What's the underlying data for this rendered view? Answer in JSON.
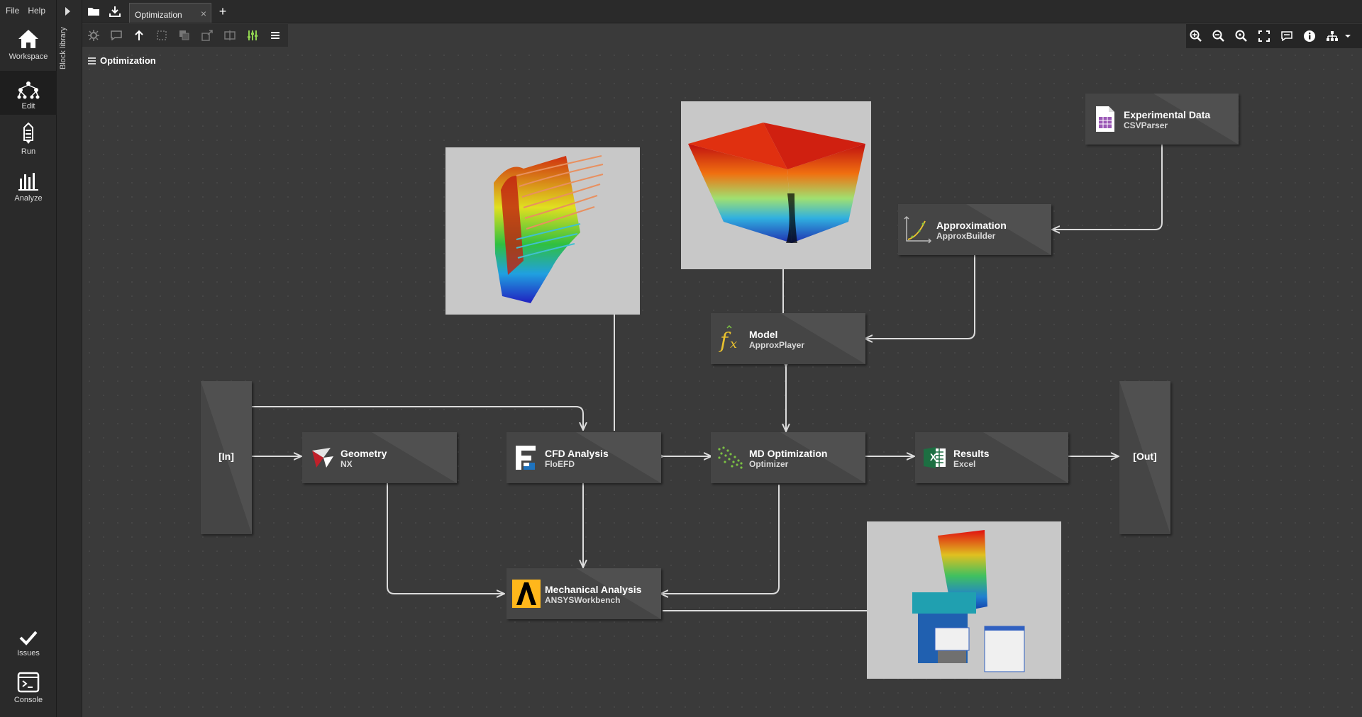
{
  "menu": {
    "file": "File",
    "help": "Help"
  },
  "nav": {
    "workspace": "Workspace",
    "edit": "Edit",
    "run": "Run",
    "analyze": "Analyze",
    "issues": "Issues",
    "console": "Console"
  },
  "library": {
    "label": "Block library"
  },
  "tabs": [
    {
      "label": "Optimization",
      "close": "×"
    }
  ],
  "add_tab": "+",
  "breadcrumb": "Optimization",
  "blocks": {
    "in": "[In]",
    "out": "[Out]",
    "geometry": {
      "title": "Geometry",
      "sub": "NX"
    },
    "cfd": {
      "title": "CFD Analysis",
      "sub": "FloEFD"
    },
    "md": {
      "title": "MD Optimization",
      "sub": "Optimizer"
    },
    "results": {
      "title": "Results",
      "sub": "Excel"
    },
    "model": {
      "title": "Model",
      "sub": "ApproxPlayer"
    },
    "approx": {
      "title": "Approximation",
      "sub": "ApproxBuilder"
    },
    "expdata": {
      "title": "Experimental Data",
      "sub": "CSVParser"
    },
    "mech": {
      "title": "Mechanical Analysis",
      "sub": "ANSYSWorkbench"
    }
  },
  "icons": {
    "excel": "X"
  },
  "colors": {
    "canvas": "#3a3a3a",
    "block": "#454545",
    "wire": "#d9d9d9"
  }
}
